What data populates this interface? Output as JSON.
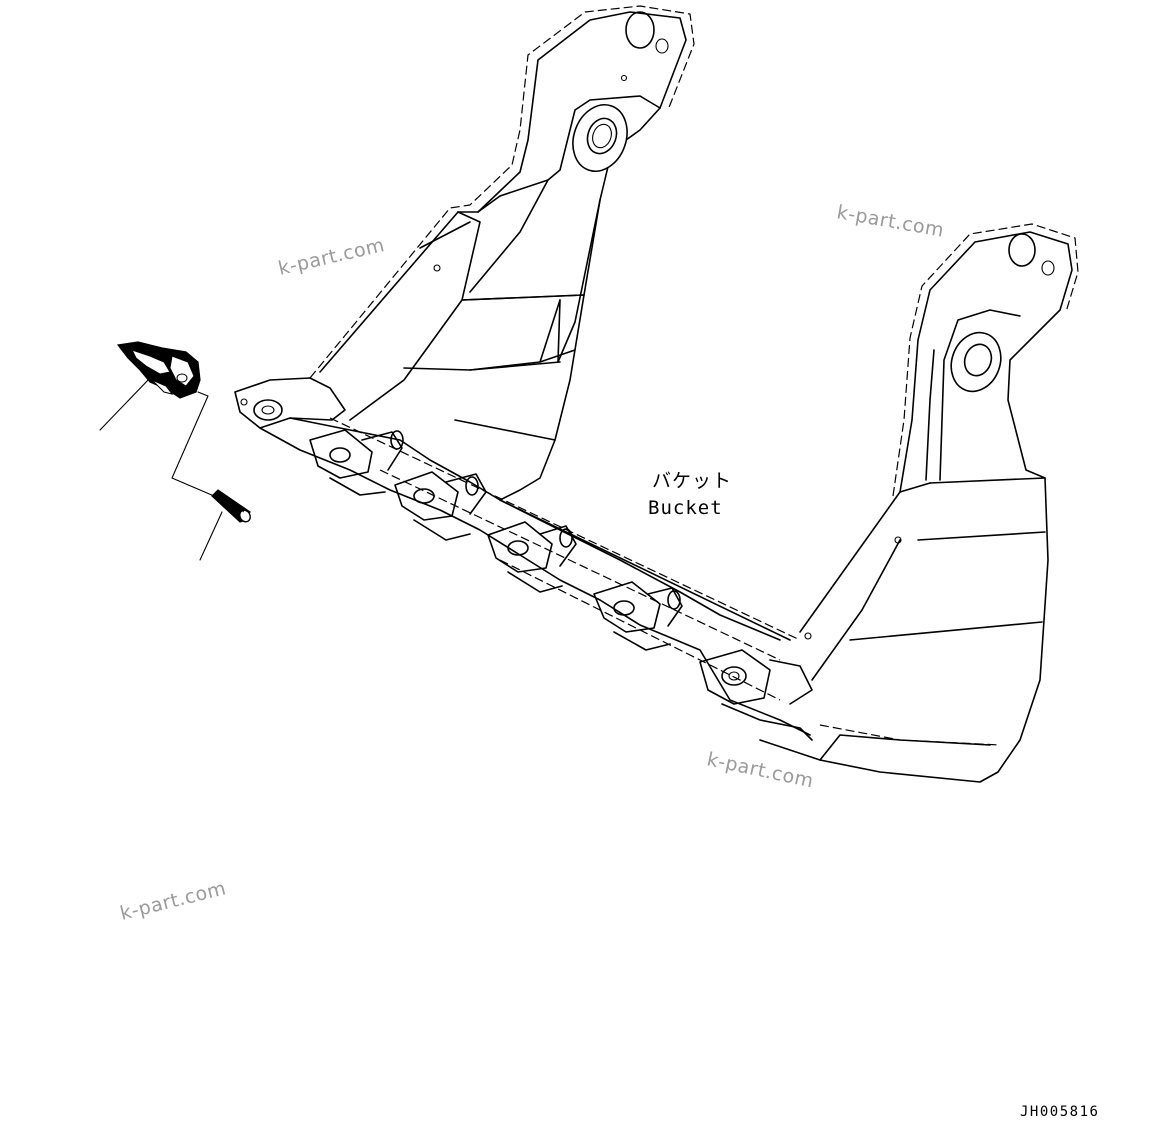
{
  "diagram": {
    "part_label_jp": "バケット",
    "part_label_en": "Bucket",
    "drawing_code": "JH005816",
    "watermarks": [
      "k-part.com",
      "k-part.com",
      "k-part.com",
      "k-part.com"
    ]
  }
}
